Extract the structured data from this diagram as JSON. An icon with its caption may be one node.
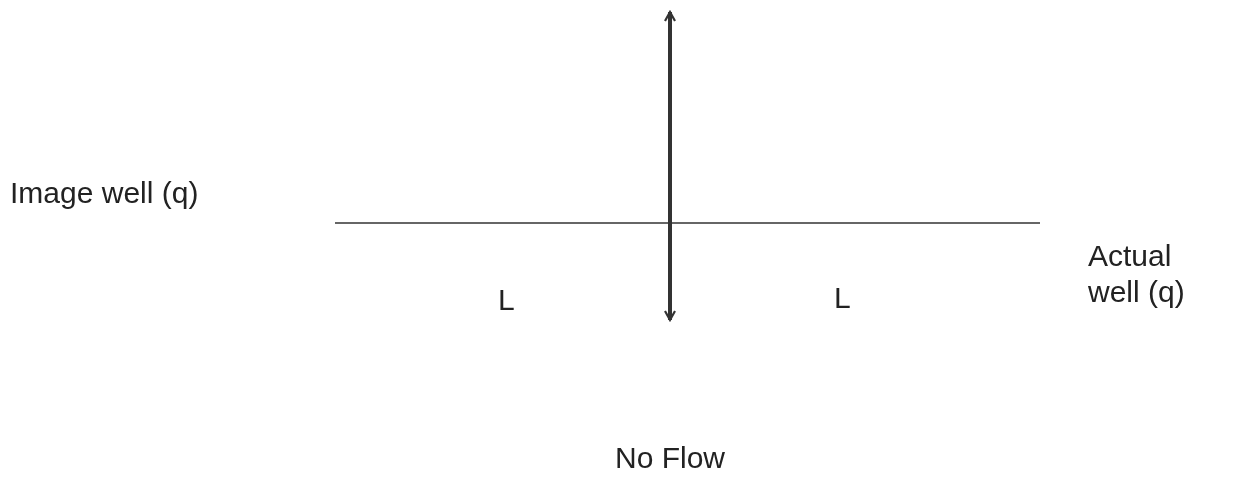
{
  "diagram": {
    "labels": [
      "Image well (q)",
      "L",
      "L",
      "Actual well (q)",
      "No Flow"
    ]
  }
}
